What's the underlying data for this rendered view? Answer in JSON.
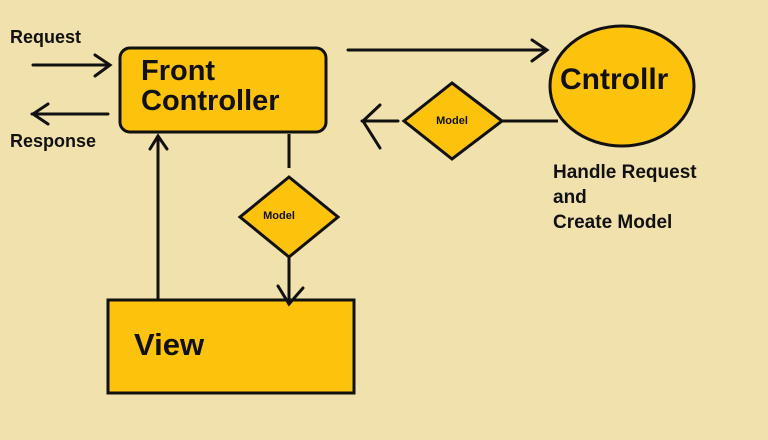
{
  "diagram": {
    "front_controller_line1": "Front",
    "front_controller_line2": "Controller",
    "controller_label": "Cntrollr",
    "view_label": "View",
    "request_label": "Request",
    "response_label": "Response",
    "model_top": "Model",
    "model_middle": "Model",
    "controller_note_line1": "Handle Request",
    "controller_note_line2": "and",
    "controller_note_line3": "Create Model"
  },
  "colors": {
    "background": "#f1e2ad",
    "shape_fill": "#fdc30c",
    "stroke": "#111111"
  }
}
